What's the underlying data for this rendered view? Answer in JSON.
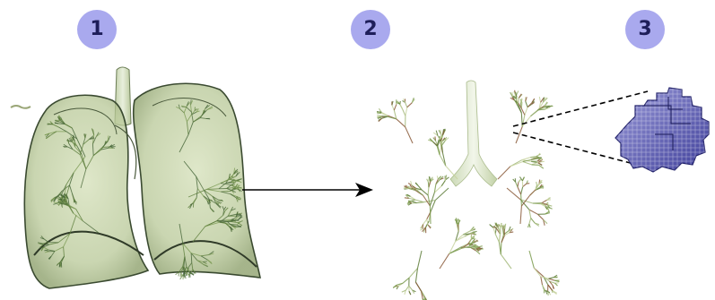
{
  "steps": [
    {
      "label": "1"
    },
    {
      "label": "2"
    },
    {
      "label": "3"
    }
  ],
  "colors": {
    "badge_fill": "#a9a9ee",
    "badge_text": "#1e1e5a",
    "lung_tissue": "#c9d6a8",
    "lung_outline": "#3a4a30",
    "airway_green": "#6f8f45",
    "airway_dark": "#2f4a2a",
    "voxel_blue": "#3f3f9a",
    "arrow": "#000000"
  },
  "panels": [
    {
      "name": "full-lung-volume",
      "icon": "lung-volume-render"
    },
    {
      "name": "segmented-airway-tree",
      "icon": "airway-tree-render"
    },
    {
      "name": "voxel-zoom",
      "icon": "voxel-cluster"
    }
  ]
}
